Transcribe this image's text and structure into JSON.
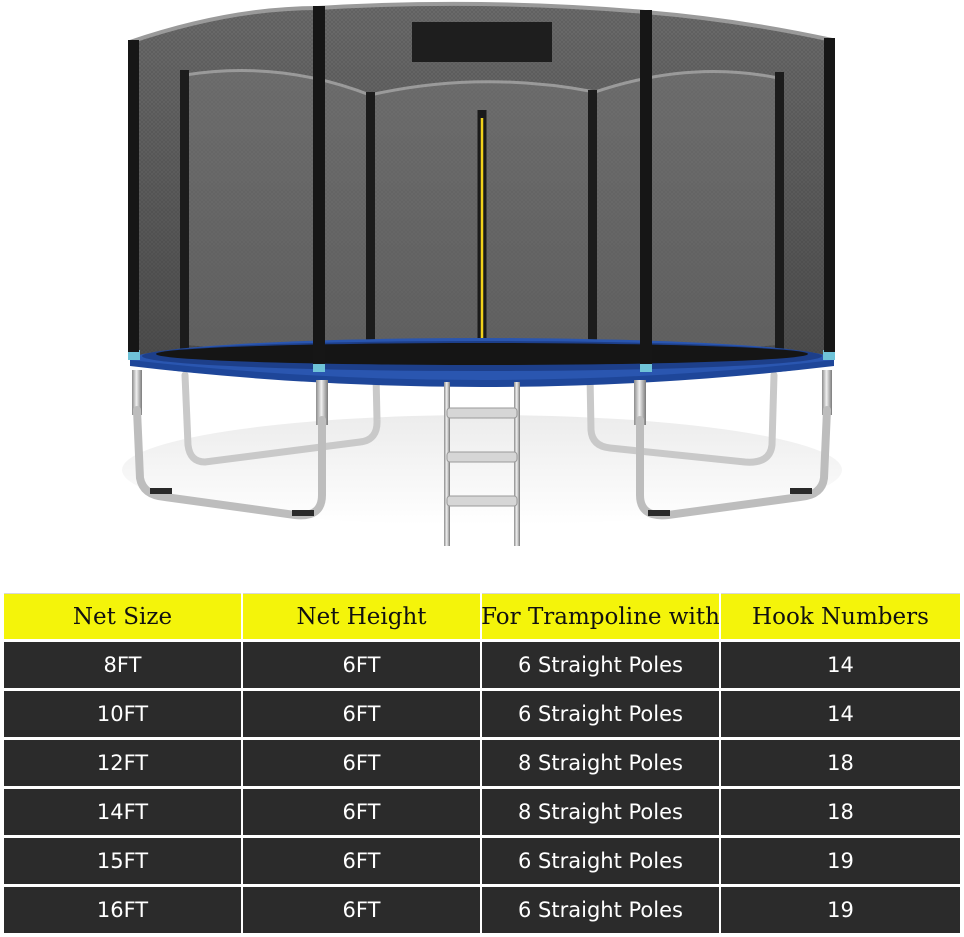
{
  "spec_table": {
    "headers": [
      "Net Size",
      "Net Height",
      "For Trampoline with",
      "Hook Numbers"
    ],
    "rows": [
      [
        "8FT",
        "6FT",
        "6 Straight Poles",
        "14"
      ],
      [
        "10FT",
        "6FT",
        "6 Straight Poles",
        "14"
      ],
      [
        "12FT",
        "6FT",
        "8 Straight Poles",
        "18"
      ],
      [
        "14FT",
        "6FT",
        "8 Straight Poles",
        "18"
      ],
      [
        "15FT",
        "6FT",
        "6 Straight Poles",
        "19"
      ],
      [
        "16FT",
        "6FT",
        "6 Straight Poles",
        "19"
      ]
    ]
  },
  "colors": {
    "header_bg": "#f4f40a",
    "row_bg": "#2b2b2b",
    "frame_blue": "#2a56b0",
    "net_gray": "#5a5a5a",
    "zipper_yellow": "#f2d21b"
  }
}
